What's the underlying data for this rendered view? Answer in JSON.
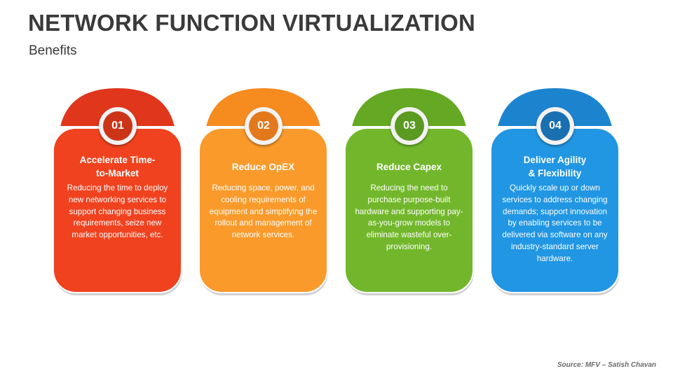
{
  "header": {
    "title": "NETWORK FUNCTION VIRTUALIZATION",
    "subtitle": "Benefits"
  },
  "cards": [
    {
      "number": "01",
      "title": "Accelerate Time-\nto-Market",
      "text": "Reducing the time to deploy new networking services to support changing business requirements, seize new market opportunities, etc.",
      "colors": {
        "cap": "#e0361b",
        "body": "#f0421f",
        "badge": "#cc3418"
      }
    },
    {
      "number": "02",
      "title": "Reduce OpEX",
      "text": "Reducing space, power, and cooling requirements of equipment and simplifying the rollout and management of network services.",
      "colors": {
        "cap": "#f68b1f",
        "body": "#f99a2a",
        "badge": "#e3791c"
      }
    },
    {
      "number": "03",
      "title": "Reduce Capex",
      "text": "Reducing the need to purchase purpose-built hardware and supporting pay-as-you-grow models to eliminate wasteful over-provisioning.",
      "colors": {
        "cap": "#64a823",
        "body": "#72b72b",
        "badge": "#5a9a20"
      }
    },
    {
      "number": "04",
      "title": "Deliver Agility\n& Flexibility",
      "text": "Quickly scale up or down services to address changing demands; support innovation by enabling services to be delivered via software on any industry-standard server hardware.",
      "colors": {
        "cap": "#1c84cf",
        "body": "#2196e3",
        "badge": "#1a6fb0"
      }
    }
  ],
  "footer": {
    "source": "Source: MFV – Satish Chavan"
  }
}
